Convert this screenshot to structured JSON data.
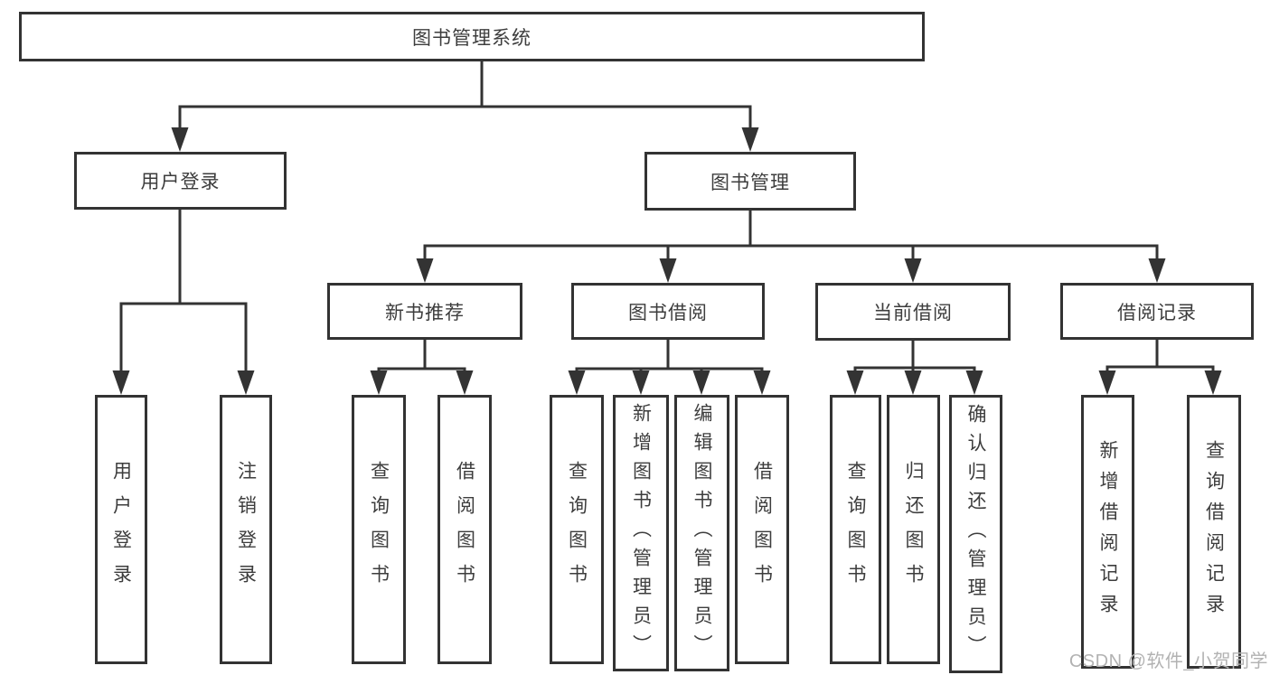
{
  "diagram_title": "图书管理系统",
  "tree": {
    "label": "图书管理系统",
    "children": [
      {
        "label": "用户登录",
        "children": [
          {
            "label": "用户登录"
          },
          {
            "label": "注销登录"
          }
        ]
      },
      {
        "label": "图书管理",
        "children": [
          {
            "label": "新书推荐",
            "children": [
              {
                "label": "查询图书"
              },
              {
                "label": "借阅图书"
              }
            ]
          },
          {
            "label": "图书借阅",
            "children": [
              {
                "label": "查询图书"
              },
              {
                "label": "新增图书（管理员）"
              },
              {
                "label": "编辑图书（管理员）"
              },
              {
                "label": "借阅图书"
              }
            ]
          },
          {
            "label": "当前借阅",
            "children": [
              {
                "label": "查询图书"
              },
              {
                "label": "归还图书"
              },
              {
                "label": "确认归还（管理员）"
              }
            ]
          },
          {
            "label": "借阅记录",
            "children": [
              {
                "label": "新增借阅记录"
              },
              {
                "label": "查询借阅记录"
              }
            ]
          }
        ]
      }
    ]
  },
  "watermark": {
    "text": "CSDN @软件_小贺同学",
    "color": "#b2b2b2"
  },
  "colors": {
    "line": "#333333",
    "box_border": "#333333",
    "box_fill": "#ffffff",
    "text": "#3d3d3d",
    "background": "#ffffff"
  }
}
